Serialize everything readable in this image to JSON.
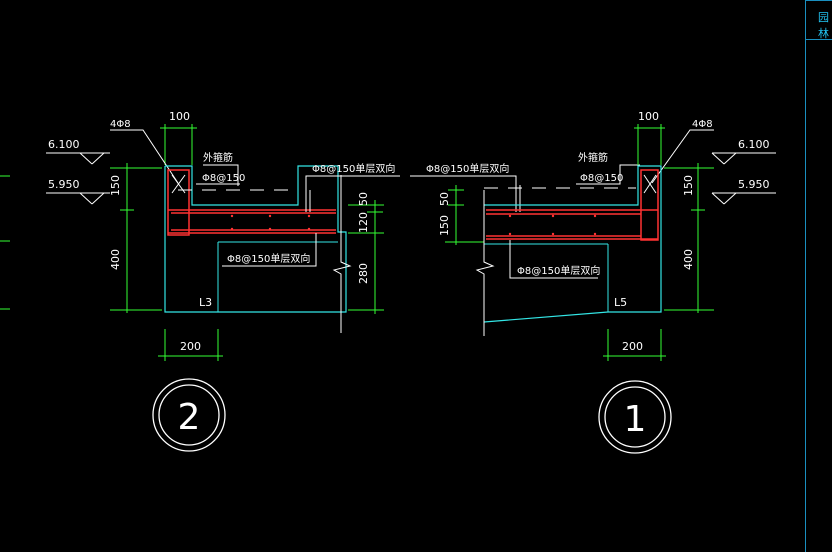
{
  "panel": {
    "label": "园林"
  },
  "colors": {
    "background": "#000000",
    "structure": "#33e6e6",
    "rebar": "#ff3333",
    "dimension": "#33ff33",
    "annotation": "#ffffff",
    "panel_border": "#1a8fbf"
  },
  "left_section": {
    "elev_top": "6.100",
    "elev_bottom": "5.950",
    "corner_bars": "4Φ8",
    "top_width": "100",
    "dim_150": "150",
    "dim_400": "400",
    "side_rebar_label": "外箍筋",
    "side_rebar_spec": "Φ8@150",
    "slab_top_rebar": "Φ8@150单层双向",
    "slab_bottom_rebar": "Φ8@150单层双向",
    "dim_50": "50",
    "dim_120": "120",
    "dim_280": "280",
    "beam_tag": "L3",
    "bottom_width": "200",
    "section_no": "2"
  },
  "right_section": {
    "elev_top": "6.100",
    "elev_bottom": "5.950",
    "corner_bars": "4Φ8",
    "top_width": "100",
    "dim_150": "150",
    "dim_400": "400",
    "side_rebar_label": "外箍筋",
    "side_rebar_spec": "Φ8@150",
    "slab_top_rebar": "Φ8@150单层双向",
    "slab_bottom_rebar": "Φ8@150单层双向",
    "dim_150_left": "150",
    "dim_50_left": "50",
    "beam_tag": "L5",
    "bottom_width": "200",
    "section_no": "1"
  }
}
